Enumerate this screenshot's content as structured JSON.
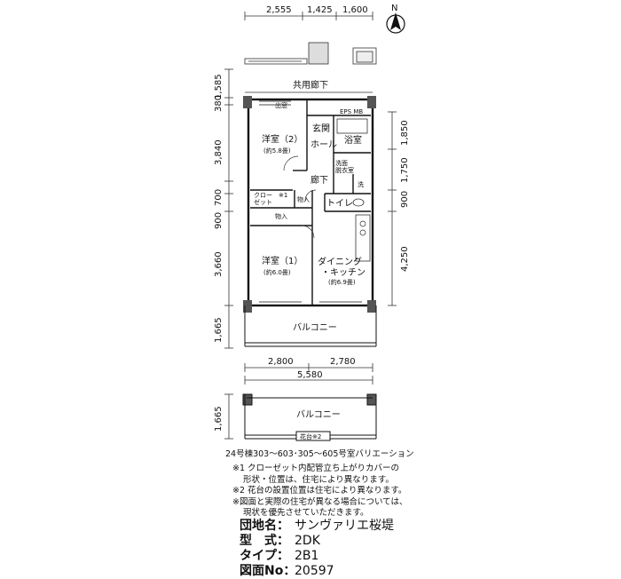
{
  "top_dimensions": [
    "2,555",
    "1,425",
    "1,600"
  ],
  "left_dimensions": [
    "1,585",
    "380",
    "3,840",
    "700",
    "900",
    "3,660",
    "1,665"
  ],
  "right_dimensions": [
    "1,850",
    "1,750",
    "900",
    "4,250"
  ],
  "middle_dimensions": {
    "top_left": "2,800",
    "top_right": "2,780",
    "total": "5,580",
    "lower_left": "1,665"
  },
  "rooms": {
    "common_corridor": "共用廊下",
    "entrance_mark": "出窓",
    "eps": "EPS MB",
    "genkan": "玄関",
    "hall": "ホール",
    "bath": "浴室",
    "washroom_1": "洗面",
    "washroom_2": "脱衣室",
    "washer": "洗",
    "western2": "洋室（2）",
    "western2_size": "(約5.8畳)",
    "corridor": "廊下",
    "closet_1": "クロー",
    "closet_2": "ゼット",
    "closet_note": "※1",
    "storage_small": "物入",
    "toilet": "トイレ",
    "storage": "物入",
    "western1": "洋室（1）",
    "western1_size": "(約6.0畳)",
    "dk_1": "ダイニング",
    "dk_2": "・キッチン",
    "dk_size": "(約6.9畳)",
    "balcony": "バルコニー",
    "balcony_variant": "バルコニー",
    "planter": "花台※2"
  },
  "compass": "N",
  "variation_text": "24号棟303〜603･305〜605号室バリエーション",
  "notes": [
    "※1 クローゼット内配管立ち上がりカバーの",
    "形状・位置は、住宅により異なります。",
    "※2 花台の設置位置は住宅により異なります。",
    "※図面と実際の住宅が異なる場合については、",
    "現状を優先させていただきます。"
  ],
  "info": [
    {
      "label": "団地名：",
      "value": "サンヴァリエ桜堤"
    },
    {
      "label": "型　式：",
      "value": "2DK"
    },
    {
      "label": "タイプ：",
      "value": "2B1"
    },
    {
      "label": "図面No：",
      "value": "20597"
    }
  ]
}
